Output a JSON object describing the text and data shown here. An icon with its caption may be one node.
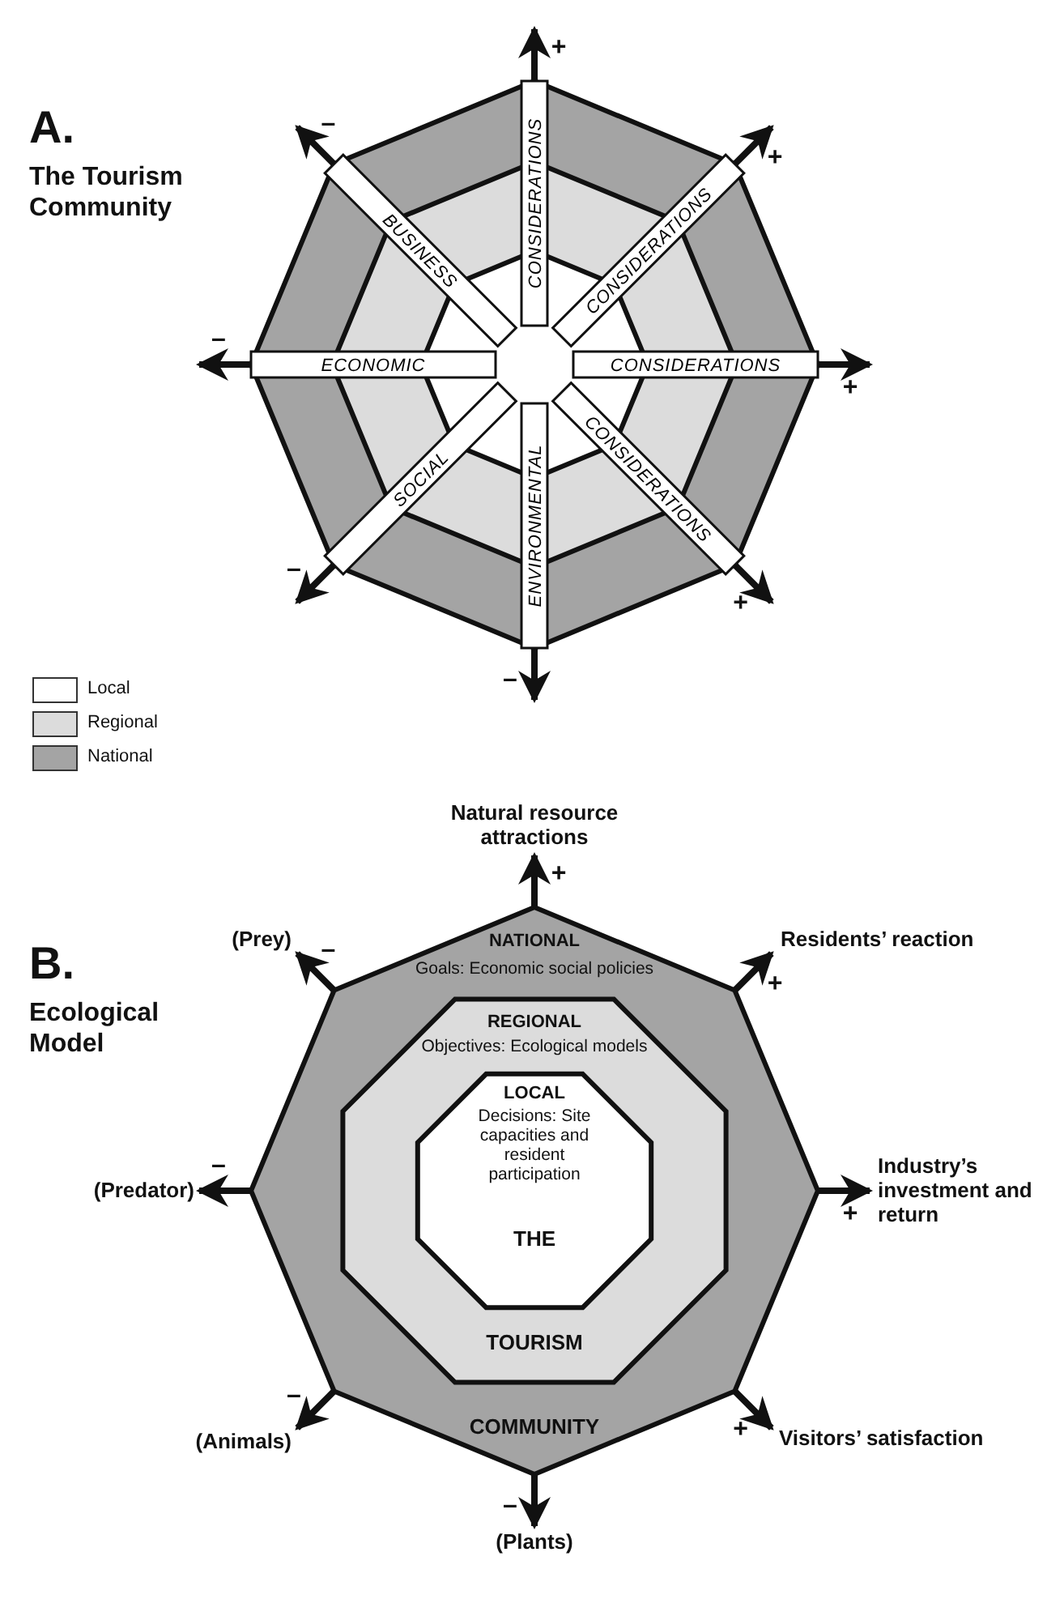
{
  "diagram": {
    "nodes": [
      {
        "text": [],
        "shape": "octagon"
      },
      {
        "text": [],
        "shape": "octagon",
        "in": 0
      },
      {
        "text": [],
        "shape": "octagon",
        "in": 1
      },
      {
        "text": [
          "CONSIDERATIONS"
        ],
        "in": 0
      },
      {
        "text": [
          "CONSIDERATIONS"
        ],
        "in": 0
      },
      {
        "text": [
          "CONSIDERATIONS"
        ],
        "in": 0
      },
      {
        "text": [
          "CONSIDERATIONS"
        ],
        "in": 0
      },
      {
        "text": [
          "ENVIRONMENTAL"
        ],
        "in": 0
      },
      {
        "text": [
          "SOCIAL"
        ],
        "in": 0
      },
      {
        "text": [
          "ECONOMIC"
        ],
        "in": 0
      },
      {
        "text": [
          "BUSINESS"
        ],
        "in": 0
      },
      {
        "text": [
          "NATIONAL",
          "Goals: Economic social policies",
          "COMMUNITY"
        ]
      },
      {
        "text": [
          "REGIONAL",
          "Objectives: Ecological models",
          "TOURISM"
        ],
        "in": 11
      },
      {
        "text": [
          "LOCAL",
          "Decisions: Site capacities and resident participation",
          "THE"
        ],
        "in": 12
      },
      {
        "text": [
          "Natural resource attractions"
        ]
      },
      {
        "text": [
          "Residents’ reaction"
        ]
      },
      {
        "text": [
          "Industry’s investment and return"
        ]
      },
      {
        "text": [
          "Visitors’ satisfaction"
        ]
      },
      {
        "text": [
          "(Plants)"
        ]
      },
      {
        "text": [
          "(Animals)"
        ]
      },
      {
        "text": [
          "(Predator)"
        ]
      },
      {
        "text": [
          "(Prey)"
        ]
      }
    ],
    "edges": [
      {
        "from": 3,
        "to": null,
        "arrow": "to",
        "label": "+"
      },
      {
        "from": 4,
        "to": null,
        "arrow": "to",
        "label": "+"
      },
      {
        "from": 5,
        "to": null,
        "arrow": "to",
        "label": "+"
      },
      {
        "from": 6,
        "to": null,
        "arrow": "to",
        "label": "+"
      },
      {
        "from": 7,
        "to": null,
        "arrow": "to",
        "label": "–"
      },
      {
        "from": 8,
        "to": null,
        "arrow": "to",
        "label": "–"
      },
      {
        "from": 9,
        "to": null,
        "arrow": "to",
        "label": "–"
      },
      {
        "from": 10,
        "to": null,
        "arrow": "to",
        "label": "–"
      },
      {
        "from": 11,
        "to": 14,
        "arrow": "to",
        "label": "+"
      },
      {
        "from": 11,
        "to": 15,
        "arrow": "to",
        "label": "+"
      },
      {
        "from": 11,
        "to": 16,
        "arrow": "to",
        "label": "+"
      },
      {
        "from": 11,
        "to": 17,
        "arrow": "to",
        "label": "+"
      },
      {
        "from": 11,
        "to": 18,
        "arrow": "to",
        "label": "–"
      },
      {
        "from": 11,
        "to": 19,
        "arrow": "to",
        "label": "–"
      },
      {
        "from": 11,
        "to": 20,
        "arrow": "to",
        "label": "–"
      },
      {
        "from": 11,
        "to": 21,
        "arrow": "to",
        "label": "–"
      }
    ],
    "labels": [
      "A.",
      "The Tourism Community",
      "B.",
      "Ecological Model"
    ],
    "legend": [
      {
        "text": "Local",
        "color": "#ffffff"
      },
      {
        "text": "Regional",
        "color": "#dcdcdc"
      },
      {
        "text": "National",
        "color": "#a4a4a4"
      }
    ]
  }
}
